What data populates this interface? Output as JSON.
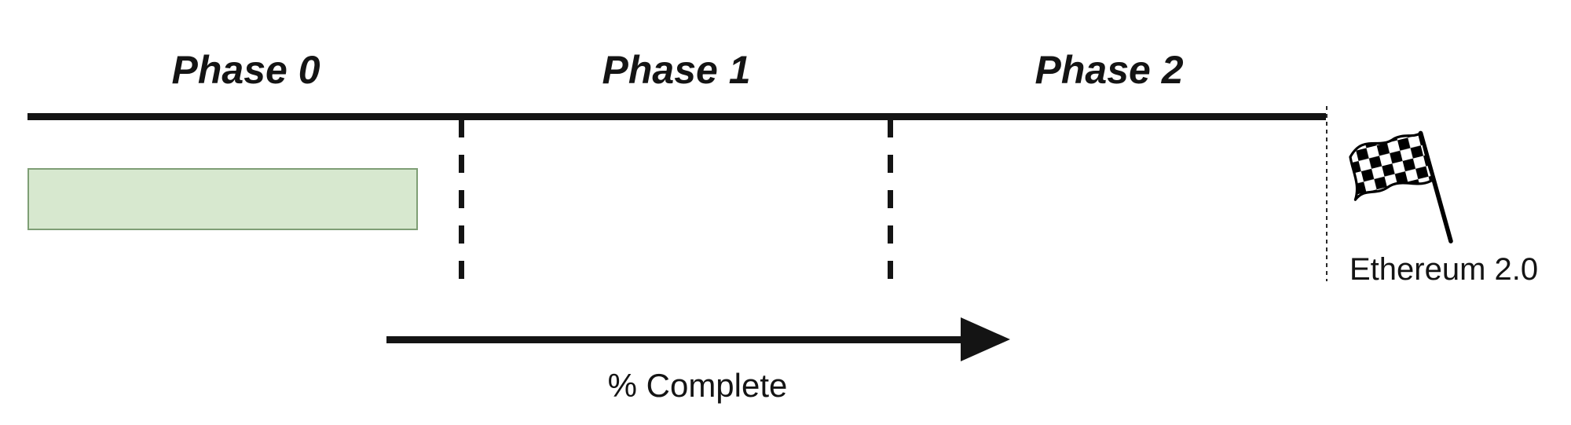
{
  "diagram": {
    "type": "roadmap-progress-timeline",
    "phases": [
      {
        "label": "Phase 0",
        "progress_bar_shown": true,
        "approx_percent_complete": 90
      },
      {
        "label": "Phase 1",
        "progress_bar_shown": false,
        "approx_percent_complete": 0
      },
      {
        "label": "Phase 2",
        "progress_bar_shown": false,
        "approx_percent_complete": 0
      }
    ],
    "milestone": {
      "label": "Ethereum 2.0",
      "icon": "checkered-flag-icon"
    },
    "axis": {
      "label": "% Complete",
      "direction": "right"
    },
    "colors": {
      "line": "#141414",
      "text": "#141414",
      "progress_fill": "#d7e8cf",
      "progress_border": "#7e9e75"
    }
  }
}
